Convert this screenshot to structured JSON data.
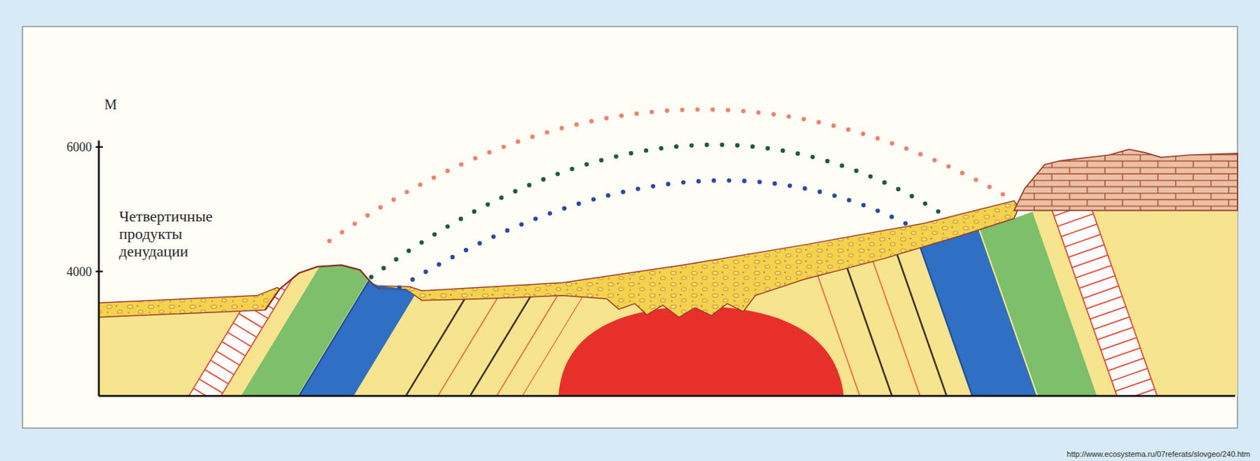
{
  "diagram": {
    "labels": [
      "М",
      "6000",
      "4000",
      "Четвертичные продукты денудации",
      "http://www.ecosystema.ru/07referats/slovgeo/240.htm"
    ]
  }
}
